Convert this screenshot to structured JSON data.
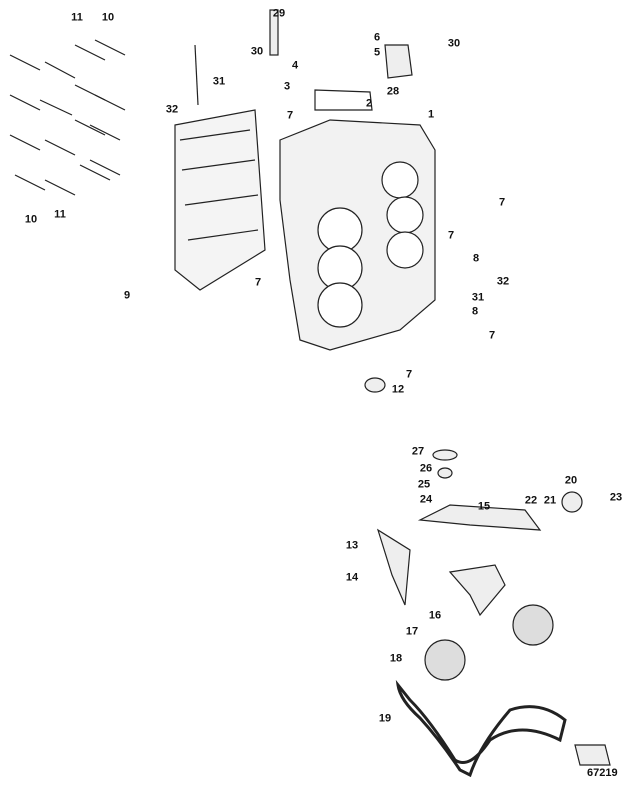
{
  "diagram": {
    "reference_number": "67219",
    "callouts": [
      "11",
      "10",
      "29",
      "6",
      "30",
      "30",
      "5",
      "4",
      "28",
      "31",
      "3",
      "2",
      "32",
      "7",
      "1",
      "7",
      "7",
      "10",
      "11",
      "8",
      "32",
      "9",
      "7",
      "31",
      "8",
      "7",
      "7",
      "12",
      "27",
      "26",
      "25",
      "24",
      "15",
      "20",
      "23",
      "22",
      "21",
      "13",
      "14",
      "16",
      "17",
      "18",
      "19"
    ]
  }
}
